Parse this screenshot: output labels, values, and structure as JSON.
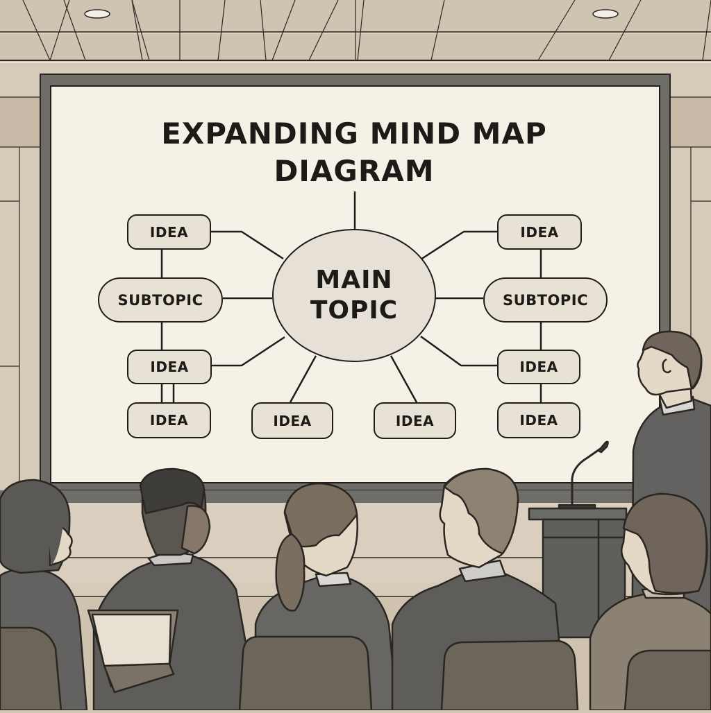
{
  "scene": {
    "description": "Presentation room with a projected mind map diagram, audience seated facing screen, presenter standing at right next to a podium with microphone",
    "colors": {
      "ceiling": "#cfc3b1",
      "wall": "#d6cab8",
      "screen_frame": "#6e6d68",
      "screen_surface": "#f6f1e7",
      "node_fill": "#e8e1d5",
      "outline": "#1f1d1a",
      "suit_dark": "#5e5d59",
      "suit_tan": "#8c8274",
      "hair_brown": "#6f655a",
      "skin": "#e4d8c6",
      "chair": "#6c6559",
      "podium": "#6a6a66"
    }
  },
  "slide": {
    "title_line1": "EXPANDING MIND MAP",
    "title_line2": "DIAGRAM"
  },
  "mindmap": {
    "main": {
      "line1": "MAIN",
      "line2": "TOPIC"
    },
    "left": {
      "idea_top": "IDEA",
      "subtopic": "SUBTOPIC",
      "idea_mid": "IDEA",
      "idea_bottom": "IDEA"
    },
    "bottom": {
      "idea_left": "IDEA",
      "idea_right": "IDEA"
    },
    "right": {
      "idea_top": "IDEA",
      "subtopic": "SUBTOPIC",
      "idea_mid": "IDEA",
      "idea_bottom": "IDEA"
    }
  }
}
